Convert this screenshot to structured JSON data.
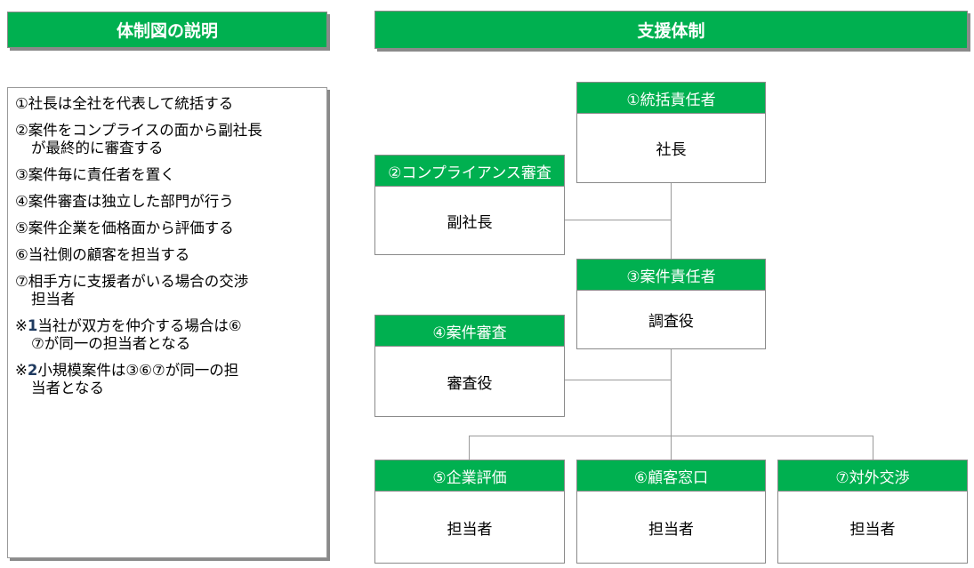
{
  "left_header": "体制図の説明",
  "right_header": "支援体制",
  "explanations": [
    {
      "lines": [
        "①社長は全社を代表して統括する"
      ]
    },
    {
      "lines": [
        "②案件をコンプライスの面から副社長",
        "が最終的に審査する"
      ]
    },
    {
      "lines": [
        "③案件毎に責任者を置く"
      ]
    },
    {
      "lines": [
        "④案件審査は独立した部門が行う"
      ]
    },
    {
      "lines": [
        "⑤案件企業を価格面から評価する"
      ]
    },
    {
      "lines": [
        "⑥当社側の顧客を担当する"
      ]
    },
    {
      "lines": [
        "⑦相手方に支援者がいる場合の交渉",
        "担当者"
      ]
    }
  ],
  "notes": [
    {
      "mark": "※",
      "num": "1",
      "first": "当社が双方を仲介する場合は⑥",
      "second": "⑦が同一の担当者となる"
    },
    {
      "mark": "※",
      "num": "2",
      "first": "小規模案件は③⑥⑦が同一の担",
      "second": "当者となる"
    }
  ],
  "boxes": [
    {
      "title": "①統括責任者",
      "role": "社長"
    },
    {
      "title": "②コンプライアンス審査",
      "role": "副社長"
    },
    {
      "title": "③案件責任者",
      "role": "調査役"
    },
    {
      "title": "④案件審査",
      "role": "審査役"
    },
    {
      "title": "⑤企業評価",
      "role": "担当者"
    },
    {
      "title": "⑥顧客窓口",
      "role": "担当者"
    },
    {
      "title": "⑦対外交渉",
      "role": "担当者"
    }
  ],
  "colors": {
    "accent": "#00b050",
    "border": "#8a8a8a"
  }
}
